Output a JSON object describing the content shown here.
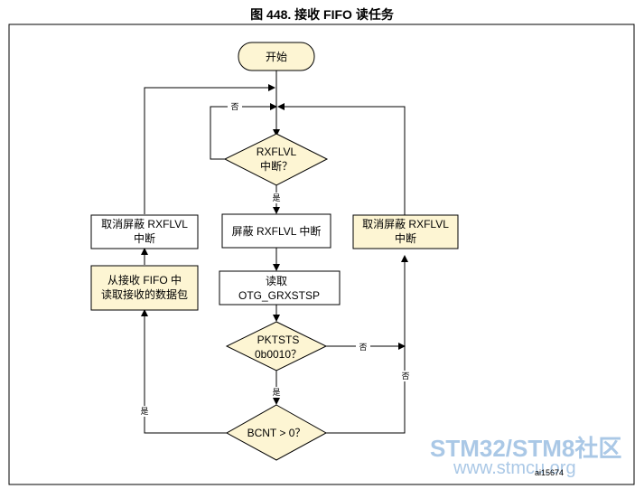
{
  "figure": {
    "title": "图 448. 接收 FIFO 读任务",
    "id_label": "ai15674"
  },
  "nodes": {
    "start": "开始",
    "rxflvl_q": [
      "RXFLVL",
      "中断？"
    ],
    "mask_rxflvl": "屏蔽 RXFLVL 中断",
    "read_grxstsp": [
      "读取",
      "OTG_GRXSTSP"
    ],
    "pktsts_q": [
      "PKTSTS",
      "0b0010？"
    ],
    "bcnt_q": "BCNT > 0？",
    "unmask_left": [
      "取消屏蔽 RXFLVL",
      "中断"
    ],
    "read_packet": [
      "从接收 FIFO 中",
      "读取接收的数据包"
    ],
    "unmask_right": [
      "取消屏蔽 RXFLVL",
      "中断"
    ]
  },
  "edge_labels": {
    "rxflvl_no": "否",
    "rxflvl_yes": "是",
    "pktsts_no": "否",
    "pktsts_right_no": "否",
    "pktsts_yes": "是",
    "bcnt_yes": "是"
  },
  "watermark": {
    "brand_line": "STM32/STM8社区",
    "url_line": "www.stmcu.org"
  },
  "colors": {
    "node_fill": "#fdf5d3",
    "node_fill_plain": "#ffffff",
    "watermark": "#aac8e6"
  }
}
